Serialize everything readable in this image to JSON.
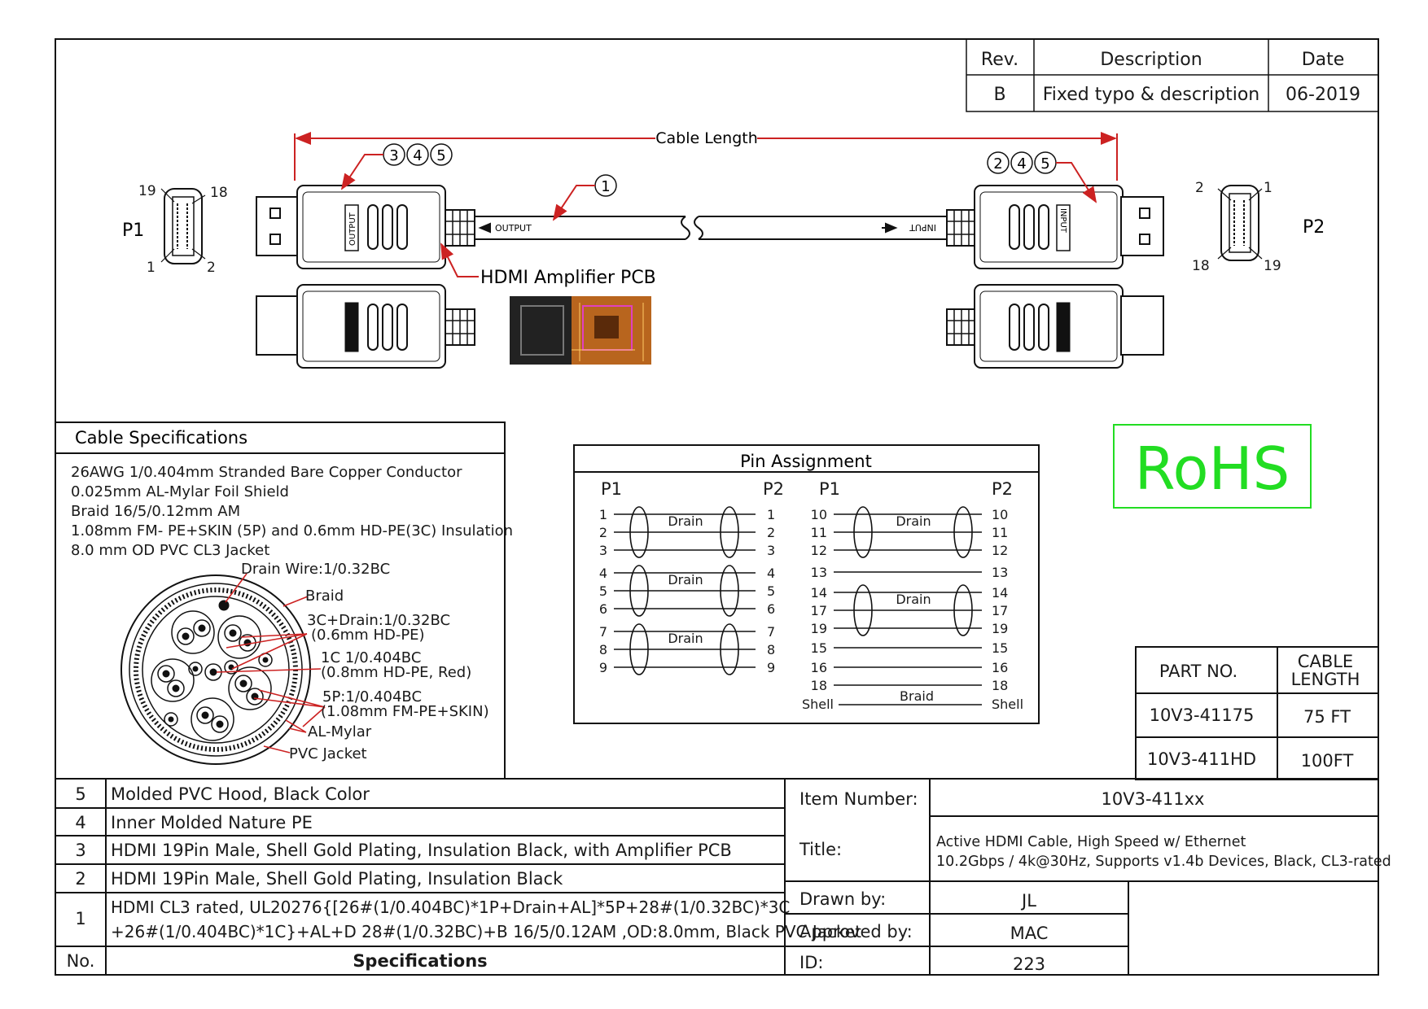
{
  "revision": {
    "headers": {
      "rev": "Rev.",
      "description": "Description",
      "date": "Date"
    },
    "row": {
      "rev": "B",
      "description": "Fixed typo & description",
      "date": "06-2019"
    }
  },
  "cable_drawing": {
    "length_label": "Cable Length",
    "callout_1": "1",
    "left_callouts": [
      "3",
      "4",
      "5"
    ],
    "right_callouts": [
      "2",
      "4",
      "5"
    ],
    "output_label": "OUTPUT",
    "input_label": "INPUT",
    "amplifier_label": "HDMI Amplifier PCB",
    "p1": {
      "label": "P1",
      "pins": [
        "19",
        "18",
        "1",
        "2"
      ]
    },
    "p2": {
      "label": "P2",
      "pins": [
        "2",
        "1",
        "18",
        "19"
      ]
    }
  },
  "rohs": {
    "label": "RoHS",
    "color": "#22dd22"
  },
  "cable_specs": {
    "header": "Cable Specifications",
    "lines": [
      "26AWG 1/0.404mm Stranded Bare Copper Conductor",
      "0.025mm AL-Mylar Foil Shield",
      "Braid 16/5/0.12mm AM",
      "1.08mm FM- PE+SKIN (5P) and 0.6mm HD-PE(3C) Insulation",
      "8.0 mm OD PVC CL3 Jacket"
    ],
    "cross_section": {
      "drain_wire": "Drain Wire:1/0.32BC",
      "braid": "Braid",
      "c3_line1": "3C+Drain:1/0.32BC",
      "c3_line2": "(0.6mm HD-PE)",
      "c1_line1": "1C 1/0.404BC",
      "c1_line2": "(0.8mm HD-PE, Red)",
      "p5_line1": "5P:1/0.404BC",
      "p5_line2": "(1.08mm FM-PE+SKIN)",
      "al_mylar": "AL-Mylar",
      "pvc_jacket": "PVC Jacket"
    }
  },
  "pin_assignment": {
    "title": "Pin Assignment",
    "col_p1": "P1",
    "col_p2": "P2",
    "drain": "Drain",
    "braid": "Braid",
    "shell": "Shell",
    "left_pins": [
      "1",
      "2",
      "3",
      "4",
      "5",
      "6",
      "7",
      "8",
      "9"
    ],
    "right_pins": [
      "10",
      "11",
      "12",
      "13",
      "14",
      "17",
      "19",
      "15",
      "16",
      "18"
    ]
  },
  "part_table": {
    "headers": {
      "part": "PART NO.",
      "length_line1": "CABLE",
      "length_line2": "LENGTH"
    },
    "rows": [
      {
        "part": "10V3-41175",
        "length": "75 FT"
      },
      {
        "part": "10V3-411HD",
        "length": "100FT"
      }
    ]
  },
  "components": {
    "rows": [
      {
        "no": "5",
        "spec": "Molded PVC Hood, Black Color"
      },
      {
        "no": "4",
        "spec": "Inner Molded Nature PE"
      },
      {
        "no": "3",
        "spec": "HDMI 19Pin Male, Shell Gold Plating, Insulation Black, with Amplifier PCB"
      },
      {
        "no": "2",
        "spec": "HDMI 19Pin Male, Shell Gold Plating, Insulation Black"
      },
      {
        "no": "1",
        "spec_line1": "HDMI CL3 rated, UL20276{[26#(1/0.404BC)*1P+Drain+AL]*5P+28#(1/0.32BC)*3C",
        "spec_line2": "+26#(1/0.404BC)*1C}+AL+D 28#(1/0.32BC)+B 16/5/0.12AM ,OD:8.0mm, Black PVC Jacket"
      }
    ],
    "footer": {
      "no": "No.",
      "spec": "Specifications"
    }
  },
  "title_block": {
    "item_number_label": "Item Number:",
    "item_number": "10V3-411xx",
    "title_label": "Title:",
    "title_line1": "Active HDMI Cable, High Speed w/ Ethernet",
    "title_line2": "10.2Gbps / 4k@30Hz, Supports v1.4b Devices, Black, CL3-rated",
    "drawn_by_label": "Drawn by:",
    "drawn_by": "JL",
    "approved_by_label": "Approved by:",
    "approved_by": "MAC",
    "id_label": "ID:",
    "id": "223"
  },
  "colors": {
    "callout_red": "#cc2222"
  }
}
